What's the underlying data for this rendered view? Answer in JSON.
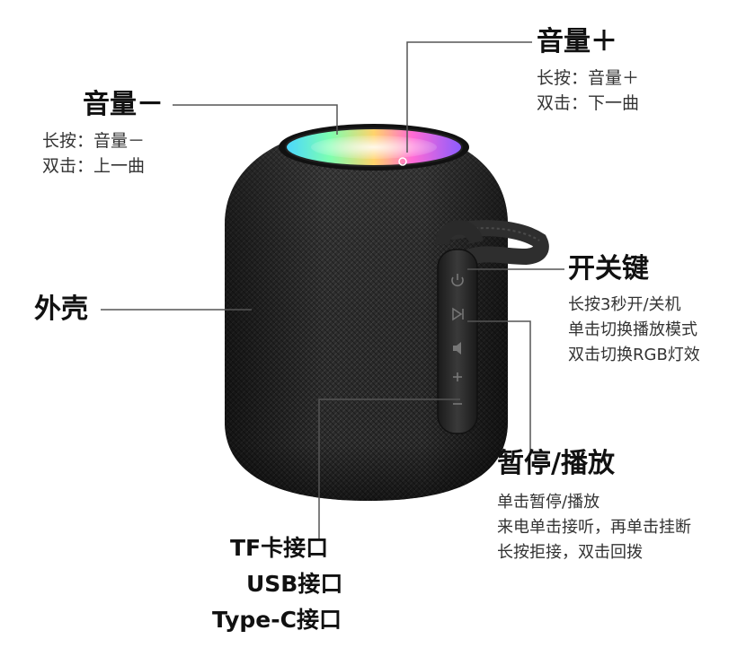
{
  "labels": {
    "vol_down": {
      "title": "音量－",
      "lines": [
        "长按：音量－",
        "双击：上一曲"
      ]
    },
    "vol_up": {
      "title": "音量＋",
      "lines": [
        "长按：音量＋",
        "双击：下一曲"
      ]
    },
    "shell": {
      "title": "外壳"
    },
    "power": {
      "title": "开关键",
      "lines": [
        "长按3秒开/关机",
        "单击切换播放模式",
        "双击切换RGB灯效"
      ]
    },
    "play": {
      "title": "暂停/播放",
      "lines": [
        "单击暂停/播放",
        "来电单击接听，再单击挂断",
        "长按拒接，双击回拨"
      ]
    },
    "ports": [
      "TF卡接口",
      "USB接口",
      "Type-C接口"
    ]
  },
  "colors": {
    "shell": "#2a2a2a",
    "line": "#555555",
    "glow": [
      "#ff6ad5",
      "#8a5cff",
      "#4ad7ff",
      "#7dffb0",
      "#ffd36b"
    ]
  },
  "icons": [
    "power-icon",
    "play-pause-icon",
    "volume-icon",
    "plus-icon",
    "minus-icon"
  ]
}
